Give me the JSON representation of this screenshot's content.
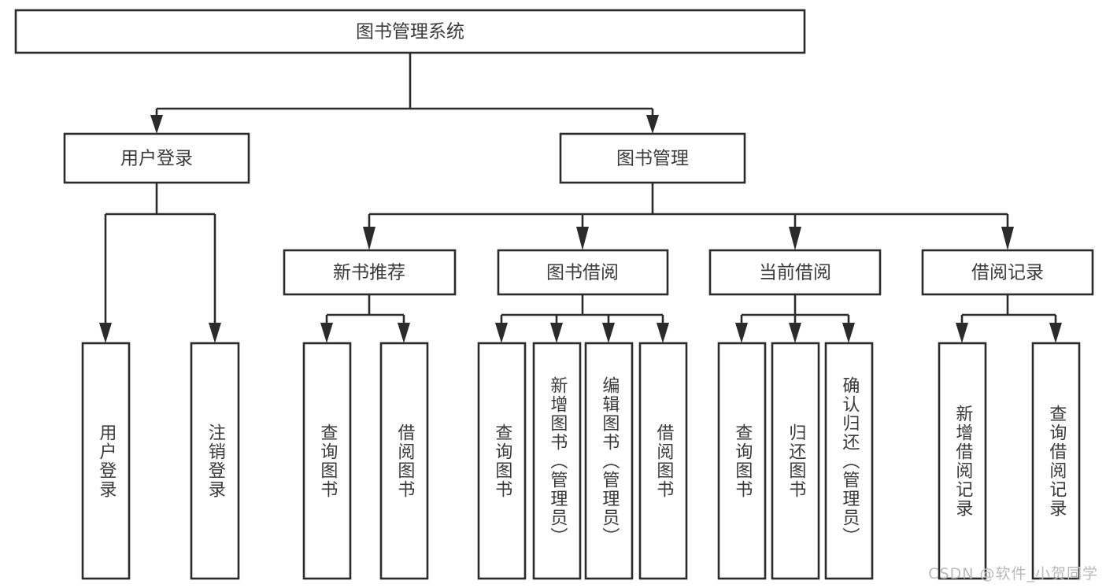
{
  "diagram": {
    "type": "tree-hierarchy",
    "title": "图书管理系统",
    "colors": {
      "background": "#ffffff",
      "box_stroke": "#2b2b2b",
      "box_fill": "#ffffff",
      "text": "#3a3a3a",
      "watermark": "#b9b9b9"
    },
    "root": {
      "label": "图书管理系统"
    },
    "level2": [
      {
        "label": "用户登录"
      },
      {
        "label": "图书管理"
      }
    ],
    "level3": [
      {
        "label": "新书推荐"
      },
      {
        "label": "图书借阅"
      },
      {
        "label": "当前借阅"
      },
      {
        "label": "借阅记录"
      }
    ],
    "leaves": {
      "user_login": [
        {
          "label": "用户登录"
        },
        {
          "label": "注销登录"
        }
      ],
      "new_book_recommend": [
        {
          "label": "查询图书"
        },
        {
          "label": "借阅图书"
        }
      ],
      "book_borrow": [
        {
          "label": "查询图书"
        },
        {
          "label": "新增图书（管理员）"
        },
        {
          "label": "编辑图书（管理员）"
        },
        {
          "label": "借阅图书"
        }
      ],
      "current_borrow": [
        {
          "label": "查询图书"
        },
        {
          "label": "归还图书"
        },
        {
          "label": "确认归还（管理员）"
        }
      ],
      "borrow_record": [
        {
          "label": "新增借阅记录"
        },
        {
          "label": "查询借阅记录"
        }
      ]
    },
    "watermark": "CSDN @软件_小贺同学"
  }
}
